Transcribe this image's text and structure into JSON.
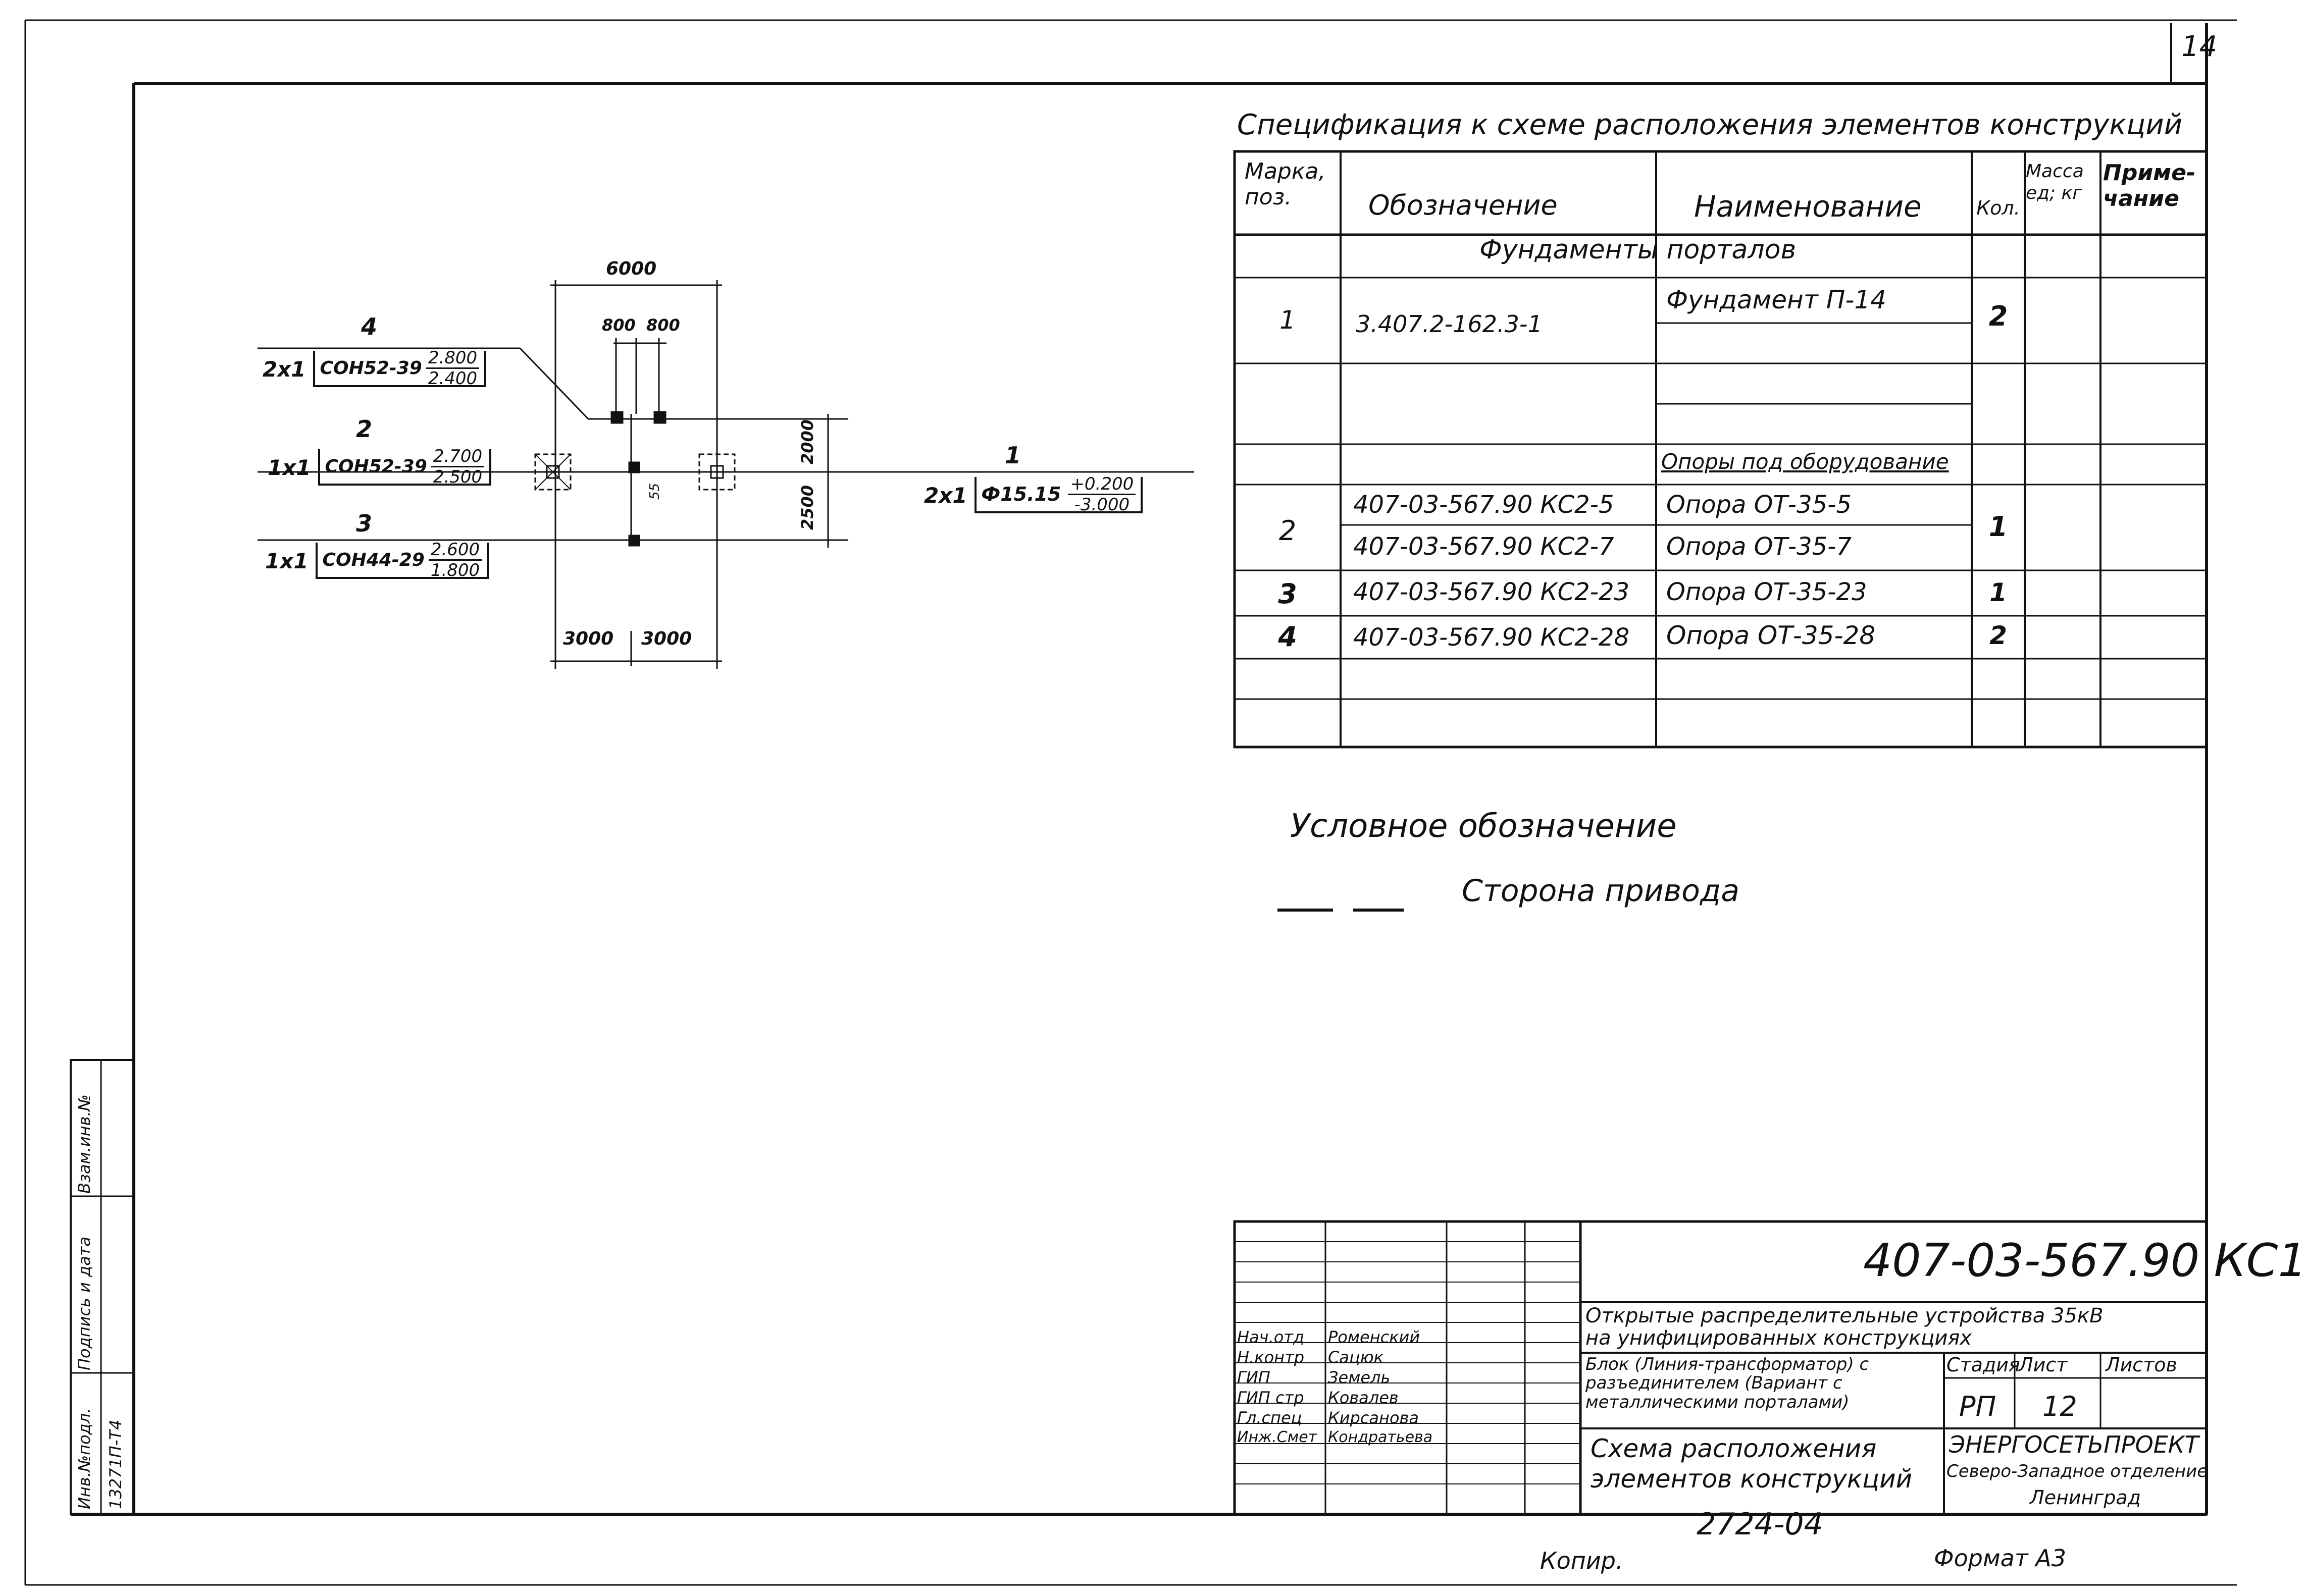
{
  "sheet_number": "14",
  "spec": {
    "title": "Спецификация к схеме расположения элементов конструкций",
    "headers": {
      "mark": "Марка, поз.",
      "designation": "Обозначение",
      "name": "Наименование",
      "qty": "Кол.",
      "mass": "Масса ед; кг",
      "note": "Приме- чание"
    },
    "section_foundations": "Фундаменты порталов",
    "section_supports": "Опоры под оборудование",
    "rows": [
      {
        "pos": "1",
        "designation": "3.407.2-162.3-1",
        "name": "Фундамент П-14",
        "qty": "2"
      },
      {
        "pos": "2",
        "designation": "407-03-567.90 КС2-5",
        "name": "Опора ОТ-35-5",
        "qty": "1"
      },
      {
        "pos": "",
        "designation": "407-03-567.90 КС2-7",
        "name": "Опора ОТ-35-7",
        "qty": ""
      },
      {
        "pos": "3",
        "designation": "407-03-567.90 КС2-23",
        "name": "Опора ОТ-35-23",
        "qty": "1"
      },
      {
        "pos": "4",
        "designation": "407-03-567.90 КС2-28",
        "name": "Опора ОТ-35-28",
        "qty": "2"
      }
    ]
  },
  "legend": {
    "title": "Условное обозначение",
    "item": "Сторона привода"
  },
  "scheme": {
    "dim_top": "6000",
    "dim_800a": "800",
    "dim_800b": "800",
    "dim_2000": "2000",
    "dim_2500": "2500",
    "dim_55": "55",
    "dim_3000a": "3000",
    "dim_3000b": "3000",
    "labels": [
      {
        "num": "4",
        "count": "2х1",
        "type": "СОН52-39",
        "top": "2.800",
        "bottom": "2.400"
      },
      {
        "num": "2",
        "count": "1х1",
        "type": "СОН52-39",
        "top": "2.700",
        "bottom": "2.500"
      },
      {
        "num": "3",
        "count": "1х1",
        "type": "СОН44-29",
        "top": "2.600",
        "bottom": "1.800"
      },
      {
        "num": "1",
        "count": "2х1",
        "type": "Ф15.15",
        "top": "+0.200",
        "bottom": "-3.000"
      }
    ]
  },
  "title_block": {
    "doc_code": "407-03-567.90 КС1",
    "project": "Открытые распределительные устройства 35кВ на унифицированных конструкциях",
    "block": "Блок (Линия-трансформатор) с разъединителем (Вариант с металлическими порталами)",
    "drawing": "Схема расположения элементов конструкций",
    "stage_label": "Стадия",
    "sheet_label": "Лист",
    "sheets_label": "Листов",
    "stage": "РП",
    "sheet": "12",
    "org1": "ЭНЕРГОСЕТЬПРОЕКТ",
    "org2": "Северо-Западное отделение",
    "org3": "Ленинград",
    "people": [
      {
        "role": "Нач.отд",
        "name": "Роменский"
      },
      {
        "role": "Н.контр",
        "name": "Сацюк"
      },
      {
        "role": "ГИП",
        "name": "Земель"
      },
      {
        "role": "ГИП стр",
        "name": "Ковалев"
      },
      {
        "role": "Гл.спец",
        "name": "Кирсанова"
      },
      {
        "role": "Инж.Смет",
        "name": "Кондратьева"
      }
    ]
  },
  "side_stamp": {
    "inv": "Инв.№подл.",
    "sign": "Подпись и дата",
    "vzam": "Взам.инв.№",
    "inv_value": "13271П-Т4"
  },
  "bottom": {
    "number": "2724-04",
    "copied": "Копир.",
    "format": "Формат А3"
  }
}
